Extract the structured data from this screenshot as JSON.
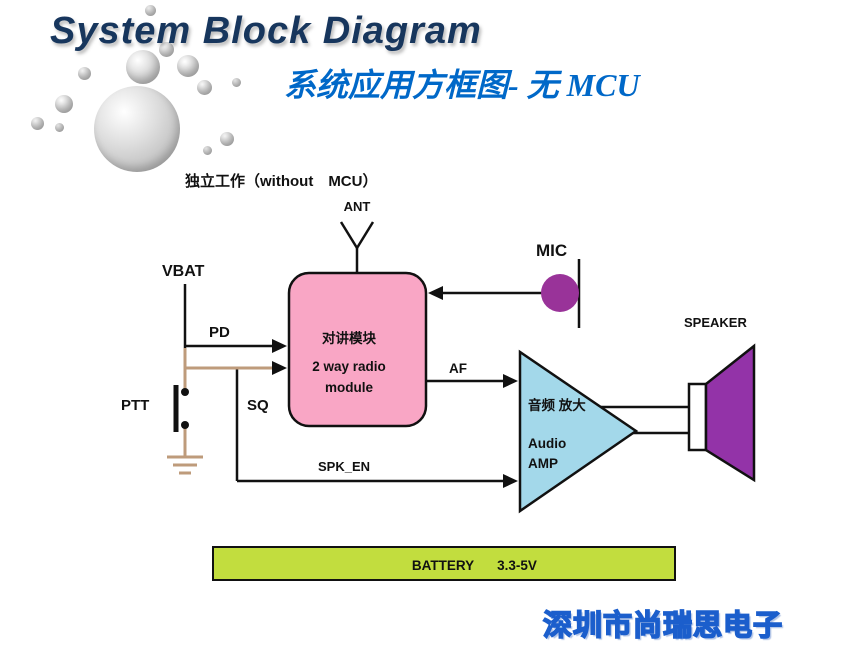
{
  "header": {
    "title": "System Block Diagram",
    "subtitle": "系统应用方框图- 无 MCU"
  },
  "diagram": {
    "mode_label": "独立工作（without　MCU）",
    "labels": {
      "ant": "ANT",
      "vbat": "VBAT",
      "pd": "PD",
      "ptt": "PTT",
      "sq": "SQ",
      "spk_en": "SPK_EN",
      "af": "AF",
      "mic": "MIC",
      "speaker": "SPEAKER"
    },
    "module": {
      "line1": "对讲模块",
      "line2": "2 way radio",
      "line3": "module"
    },
    "amp": {
      "line1": "音频 放大",
      "line2": "Audio",
      "line3": "AMP"
    },
    "battery": {
      "name": "BATTERY",
      "voltage": "3.3-5V"
    },
    "colors": {
      "module_fill": "#F9A6C5",
      "amp_fill": "#A3D8EA",
      "mic_fill": "#993399",
      "speaker_fill": "#9333A8",
      "battery_fill": "#C2DD3E",
      "wire_tan": "#BE9B7B",
      "title_navy": "#17365D",
      "subtitle_blue": "#0068C8",
      "watermark_blue": "#1B5ECC"
    }
  },
  "footer": {
    "watermark": "深圳市尚瑞思电子"
  }
}
